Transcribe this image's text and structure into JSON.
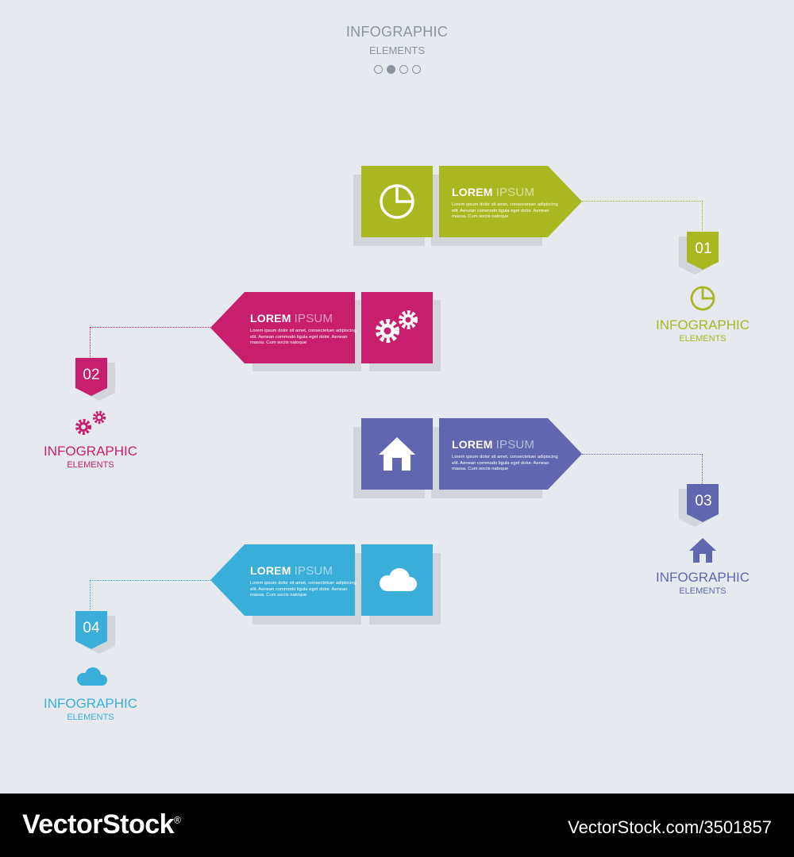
{
  "header": {
    "title": "INFOGRAPHIC",
    "subtitle": "ELEMENTS",
    "dots": [
      false,
      true,
      false,
      false
    ]
  },
  "steps": [
    {
      "number": "01",
      "title_bold": "LOREM",
      "title_light": "IPSUM",
      "desc": "Lorem ipsum dolor sit amet, consectetuer adipiscing elit. Aenean commodo ligula eget dolor. Aenean massa. Cum sociis natoque",
      "label_title": "INFOGRAPHIC",
      "label_sub": "ELEMENTS",
      "icon": "pie-chart-icon",
      "color": "#a9b721"
    },
    {
      "number": "02",
      "title_bold": "LOREM",
      "title_light": "IPSUM",
      "desc": "Lorem ipsum dolor sit amet, consectetuer adipiscing elit. Aenean commodo ligula eget dolor. Aenean massa. Cum sociis natoque",
      "label_title": "INFOGRAPHIC",
      "label_sub": "ELEMENTS",
      "icon": "gears-icon",
      "color": "#c81e6e"
    },
    {
      "number": "03",
      "title_bold": "LOREM",
      "title_light": "IPSUM",
      "desc": "Lorem ipsum dolor sit amet, consectetuer adipiscing elit. Aenean commodo ligula eget dolor. Aenean massa. Cum sociis natoque",
      "label_title": "INFOGRAPHIC",
      "label_sub": "ELEMENTS",
      "icon": "home-icon",
      "color": "#6066b0"
    },
    {
      "number": "04",
      "title_bold": "LOREM",
      "title_light": "IPSUM",
      "desc": "Lorem ipsum dolor sit amet, consectetuer adipiscing elit. Aenean commodo ligula eget dolor. Aenean massa. Cum sociis natoque",
      "label_title": "INFOGRAPHIC",
      "label_sub": "ELEMENTS",
      "icon": "cloud-icon",
      "color": "#3aaed8"
    }
  ],
  "footer": {
    "brand": "VectorStock",
    "brand_mark": "®",
    "stock_id": "VectorStock.com/3501857"
  }
}
